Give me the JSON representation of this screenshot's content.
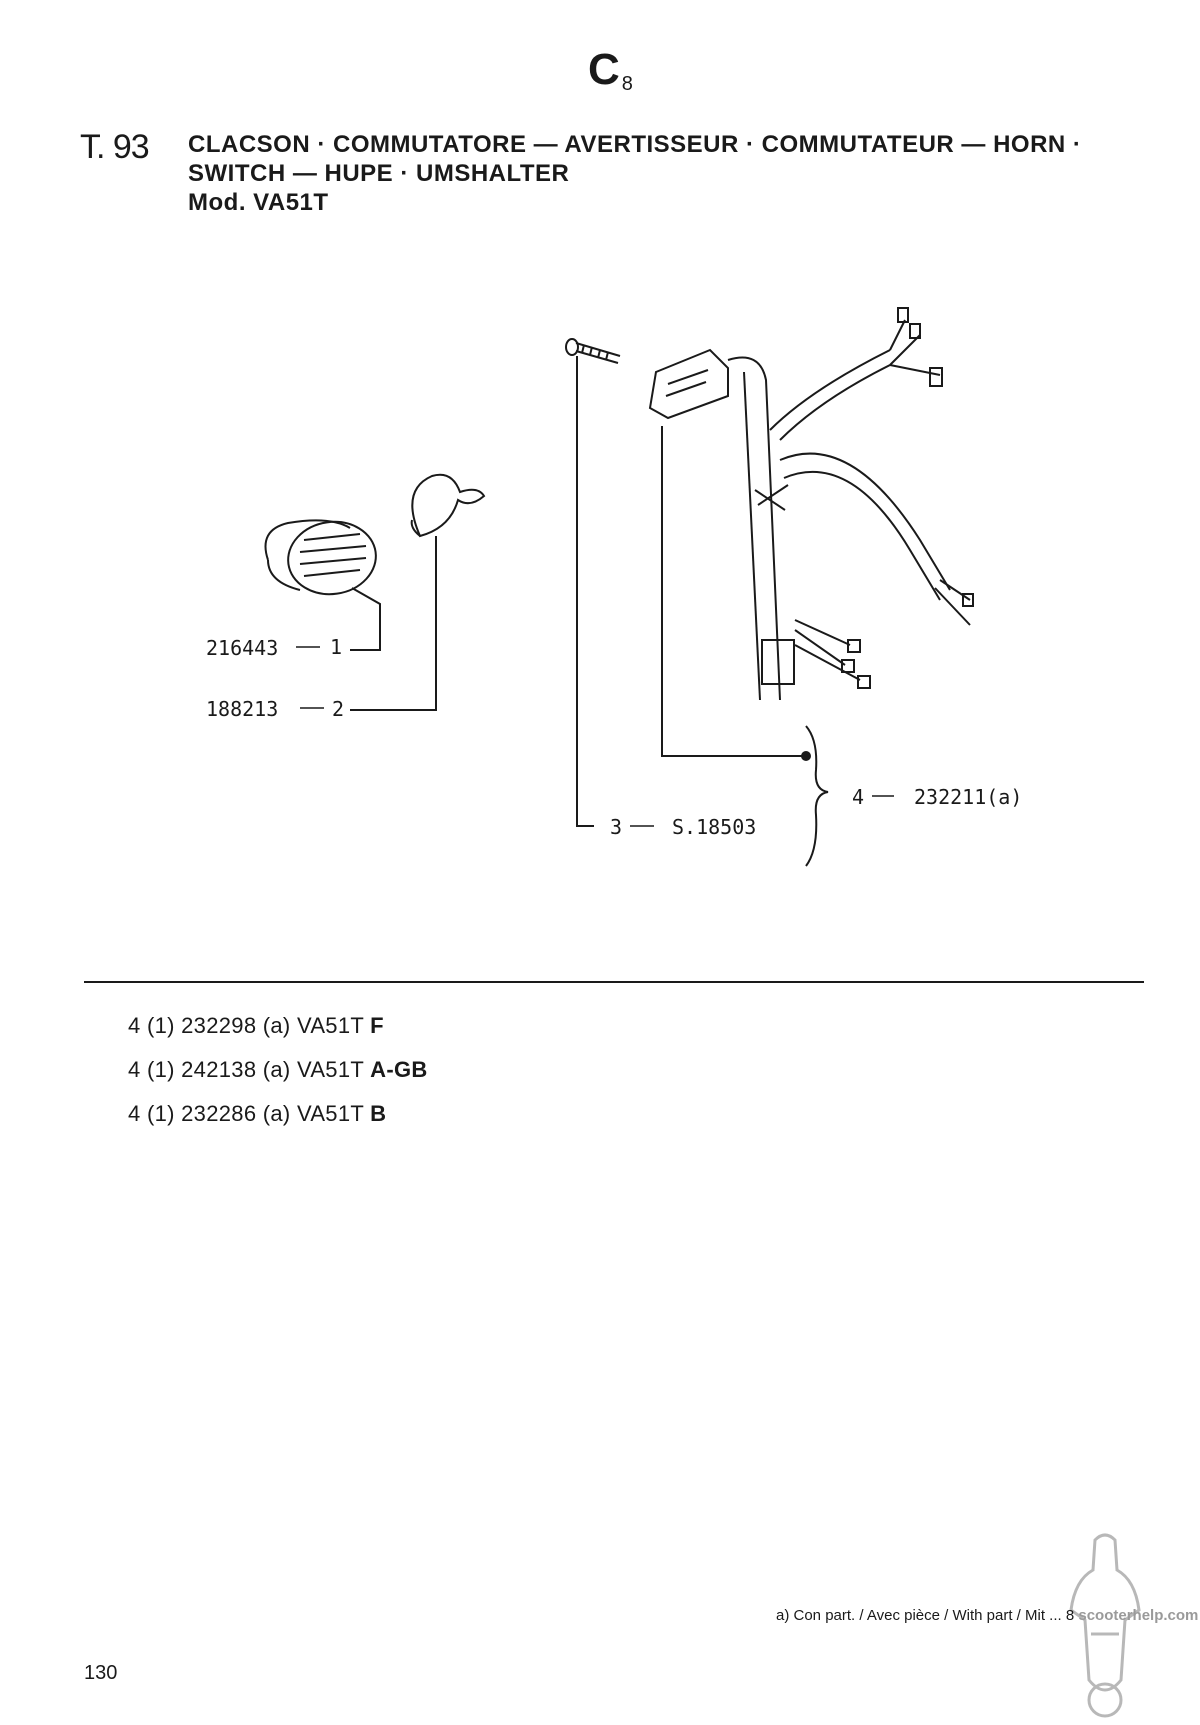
{
  "header": {
    "section_letter": "C",
    "section_number": "8",
    "table_number": "T. 93",
    "title_line1": "CLACSON · COMMUTATORE — AVERTISSEUR · COMMUTATEUR — HORN ·",
    "title_line2": "SWITCH — HUPE · UMSHALTER",
    "model": "Mod. VA51T"
  },
  "parts": [
    {
      "ref": "1",
      "code": "216443"
    },
    {
      "ref": "2",
      "code": "188213"
    },
    {
      "ref": "3",
      "code": "S.18503"
    },
    {
      "ref": "4",
      "code": "232211(a)"
    }
  ],
  "variants": [
    {
      "text": "4 (1) 232298 (a) VA51T",
      "market": "F"
    },
    {
      "text": "4 (1) 242138 (a) VA51T",
      "market": "A-GB"
    },
    {
      "text": "4 (1) 232286 (a) VA51T",
      "market": "B"
    }
  ],
  "footnote": {
    "text": "a)   Con part. / Avec pièce / With part / Mit ... 8",
    "watermark": "scooterhelp.com"
  },
  "page_number": "130"
}
